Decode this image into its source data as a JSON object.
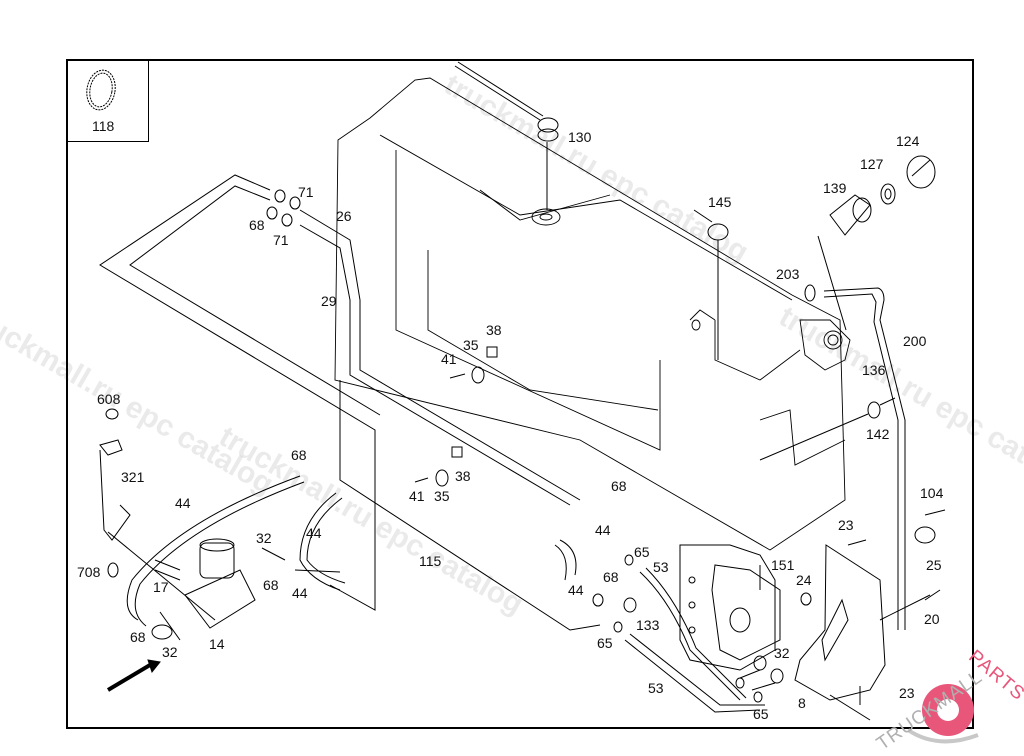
{
  "diagram": {
    "title": "Fuel tank and heater assembly parts diagram",
    "inset_label": "118",
    "callouts": [
      {
        "id": "c118",
        "text": "118"
      },
      {
        "id": "c130",
        "text": "130"
      },
      {
        "id": "c124",
        "text": "124"
      },
      {
        "id": "c127",
        "text": "127"
      },
      {
        "id": "c139",
        "text": "139"
      },
      {
        "id": "c145",
        "text": "145"
      },
      {
        "id": "c71a",
        "text": "71"
      },
      {
        "id": "c68a",
        "text": "68"
      },
      {
        "id": "c71b",
        "text": "71"
      },
      {
        "id": "c26",
        "text": "26"
      },
      {
        "id": "c29",
        "text": "29"
      },
      {
        "id": "c203",
        "text": "203"
      },
      {
        "id": "c200",
        "text": "200"
      },
      {
        "id": "c38a",
        "text": "38"
      },
      {
        "id": "c35a",
        "text": "35"
      },
      {
        "id": "c41a",
        "text": "41"
      },
      {
        "id": "c136",
        "text": "136"
      },
      {
        "id": "c142",
        "text": "142"
      },
      {
        "id": "c608",
        "text": "608"
      },
      {
        "id": "c321",
        "text": "321"
      },
      {
        "id": "c68b",
        "text": "68"
      },
      {
        "id": "c44a",
        "text": "44"
      },
      {
        "id": "c41b",
        "text": "41"
      },
      {
        "id": "c35b",
        "text": "35"
      },
      {
        "id": "c38b",
        "text": "38"
      },
      {
        "id": "c68c",
        "text": "68"
      },
      {
        "id": "c104",
        "text": "104"
      },
      {
        "id": "c32a",
        "text": "32"
      },
      {
        "id": "c44b",
        "text": "44"
      },
      {
        "id": "c44c",
        "text": "44"
      },
      {
        "id": "c23a",
        "text": "23"
      },
      {
        "id": "c25",
        "text": "25"
      },
      {
        "id": "c708",
        "text": "708"
      },
      {
        "id": "c17",
        "text": "17"
      },
      {
        "id": "c68d",
        "text": "68"
      },
      {
        "id": "c44d",
        "text": "44"
      },
      {
        "id": "c115",
        "text": "115"
      },
      {
        "id": "c65a",
        "text": "65"
      },
      {
        "id": "c68e",
        "text": "68"
      },
      {
        "id": "c53a",
        "text": "53"
      },
      {
        "id": "c151",
        "text": "151"
      },
      {
        "id": "c24",
        "text": "24"
      },
      {
        "id": "c44e",
        "text": "44"
      },
      {
        "id": "c20",
        "text": "20"
      },
      {
        "id": "c133",
        "text": "133"
      },
      {
        "id": "c68f",
        "text": "68"
      },
      {
        "id": "c32b",
        "text": "32"
      },
      {
        "id": "c14",
        "text": "14"
      },
      {
        "id": "c65b",
        "text": "65"
      },
      {
        "id": "c32c",
        "text": "32"
      },
      {
        "id": "c53b",
        "text": "53"
      },
      {
        "id": "c8",
        "text": "8"
      },
      {
        "id": "c23b",
        "text": "23"
      },
      {
        "id": "c65c",
        "text": "65"
      }
    ]
  },
  "watermarks": [
    "truckmall.ru epc catalog",
    "truckmall.ru epc catalog",
    "truckmall.ru epc catalog",
    "truckmall.ru epc catalog"
  ],
  "logo": {
    "left_text": "TRUCKMALL",
    "right_text": "PARTS",
    "accent": "#e8567a"
  },
  "colors": {
    "line": "#000000",
    "watermark": "#b4b4b4",
    "accent": "#e8567a"
  }
}
